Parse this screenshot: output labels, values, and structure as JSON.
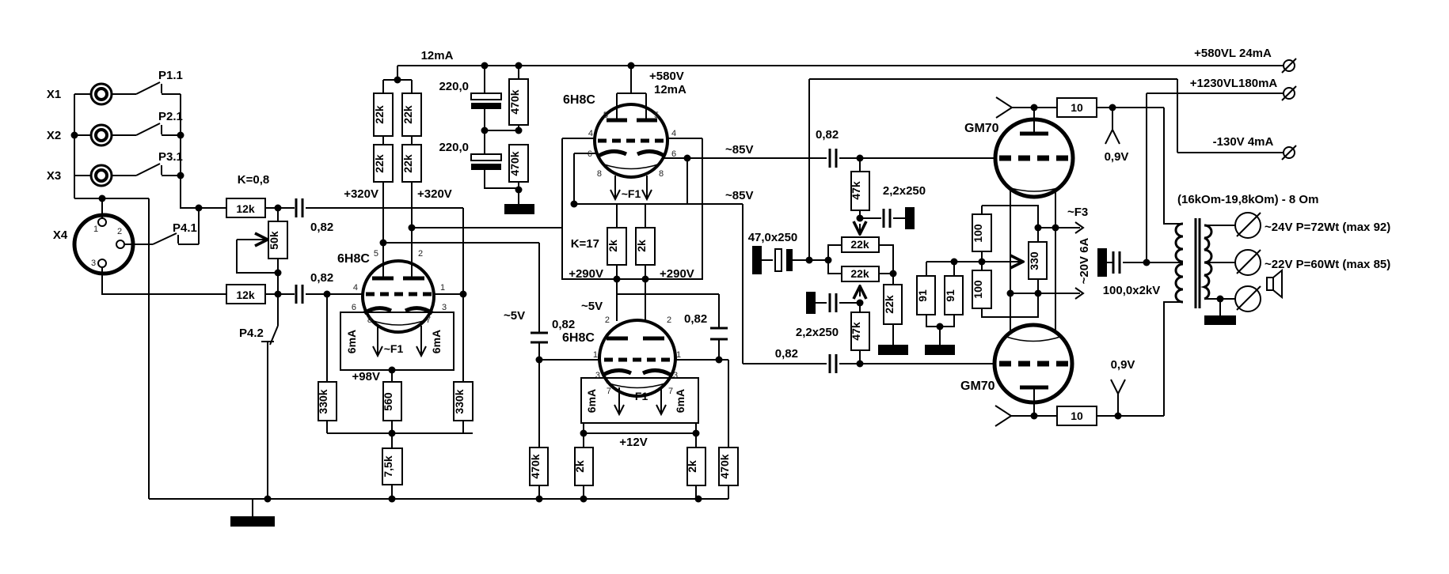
{
  "colors": {
    "ink": "#000000",
    "background": "#ffffff"
  },
  "inputs": {
    "x1": "X1",
    "x2": "X2",
    "x3": "X3",
    "x4": "X4",
    "p11": "P1.1",
    "p21": "P2.1",
    "p31": "P3.1",
    "p41": "P4.1",
    "p42": "P4.2",
    "pin1": "1",
    "pin2": "2",
    "pin3": "3",
    "k": "K=0,8",
    "r12k": "12k",
    "c082": "0,82",
    "pot": "50k"
  },
  "supply": {
    "i12ma": "12mA",
    "c220": "220,0",
    "r470k": "470k",
    "v320": "+320V",
    "v580": "+580V",
    "i580": "12mA",
    "v580l": "+580VL 24mA",
    "v1230": "+1230VL180mA",
    "v130": "-130V 4mA"
  },
  "stage1": {
    "name": "6H8C",
    "r22k": "22k",
    "p5": "5",
    "p2": "2",
    "p4": "4",
    "p1": "1",
    "p6": "6",
    "p3": "3",
    "p8": "8",
    "p7": "7",
    "i6ma": "6mA",
    "f1": "~F1",
    "v98": "+98V",
    "r330k": "330k",
    "r560": "560",
    "r75k": "7,5k"
  },
  "driver": {
    "name": "6H8C",
    "k17": "K=17",
    "r2k": "2k",
    "v290": "+290V",
    "v85": "~85V",
    "v5": "~5V",
    "c082": "0,82",
    "v12": "+12V",
    "r470k": "470k",
    "f1": "~F1",
    "i6ma": "6mA",
    "p5": "5",
    "p4": "4",
    "p6": "6",
    "p8": "8",
    "p2": "2",
    "p1": "1",
    "p3": "3",
    "p7": "7"
  },
  "bias": {
    "c47": "47,0x250",
    "r22k": "22k",
    "r47k": "47k",
    "c22": "2,2x250",
    "c082": "0,82"
  },
  "filament": {
    "r91": "91",
    "r100": "100",
    "r330": "330",
    "f3": "~F3",
    "v20": "~20V 6A"
  },
  "output": {
    "gm70": "GM70",
    "r10": "10",
    "v09": "0,9V",
    "c100": "100,0x2kV"
  },
  "transformer": {
    "ratio": "(16kOm-19,8kOm) - 8 Om",
    "s24": "~24V  P=72Wt (max 92)",
    "s22": "~22V   P=60Wt (max 85)"
  }
}
